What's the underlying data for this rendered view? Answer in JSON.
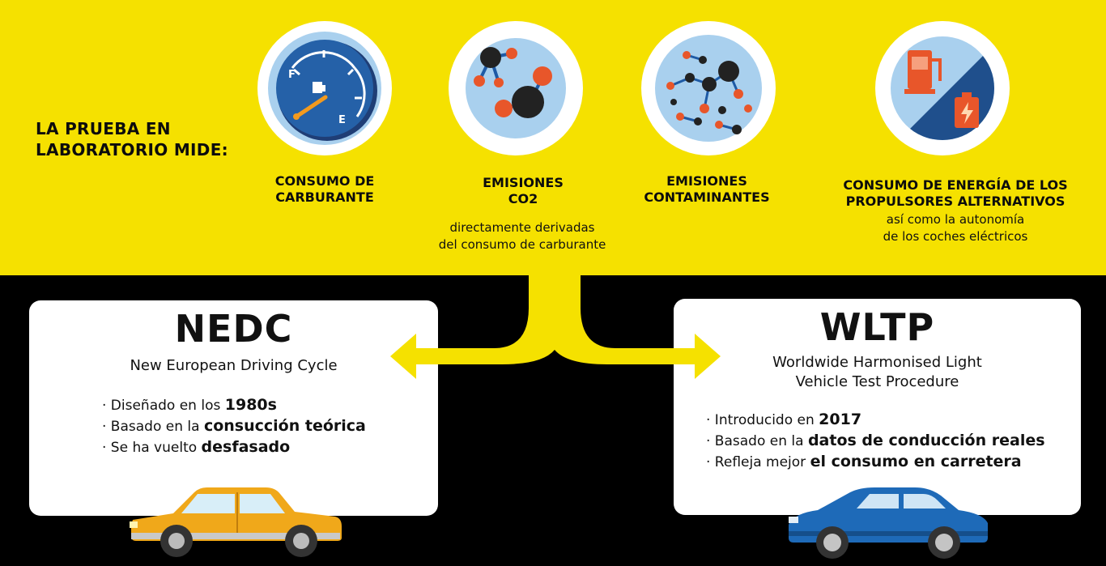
{
  "headline": [
    "LA PRUEBA EN",
    "LABORATORIO MIDE:"
  ],
  "measures": [
    {
      "icon": "fuel-gauge-icon",
      "title": [
        "CONSUMO DE",
        "CARBURANTE"
      ],
      "sub": []
    },
    {
      "icon": "co2-molecule-icon",
      "title": [
        "EMISIONES",
        "CO2"
      ],
      "sub": [
        "directamente derivadas",
        "del consumo de carburante"
      ]
    },
    {
      "icon": "pollutant-molecules-icon",
      "title": [
        "EMISIONES",
        "CONTAMINANTES"
      ],
      "sub": []
    },
    {
      "icon": "fuel-pump-and-battery-icon",
      "title": [
        "CONSUMO DE ENERGÍA DE LOS",
        "PROPULSORES ALTERNATIVOS"
      ],
      "sub": [
        "así como la autonomía",
        "de los coches eléctricos"
      ]
    }
  ],
  "nedc": {
    "title": "NEDC",
    "subtitle": [
      "New European Driving Cycle"
    ],
    "bullets": [
      {
        "prefix": "· Diseñado en los ",
        "bold": "1980s"
      },
      {
        "prefix": "· Basado en la ",
        "bold": "consucción teórica"
      },
      {
        "prefix": "· Se ha vuelto ",
        "bold": "desfasado"
      }
    ],
    "car_color": "#f0a81a",
    "car_icon": "yellow-sedan-icon"
  },
  "wltp": {
    "title": "WLTP",
    "subtitle": [
      "Worldwide Harmonised Light",
      "Vehicle Test Procedure"
    ],
    "bullets": [
      {
        "prefix": "· Introducido en ",
        "bold": "2017"
      },
      {
        "prefix": "· Basado en la ",
        "bold": "datos de conducción reales"
      },
      {
        "prefix": "· Refleja mejor ",
        "bold": "el consumo en carretera"
      }
    ],
    "car_color": "#1e6ab8",
    "car_icon": "blue-sedan-icon"
  },
  "colors": {
    "yellow": "#f5e100",
    "black": "#000000",
    "navy": "#1f4f8c",
    "orange": "#e8562a",
    "light_blue": "#a9d0ee"
  }
}
